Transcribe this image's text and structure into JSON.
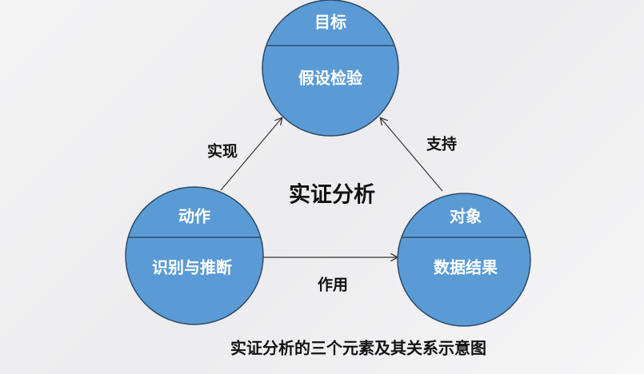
{
  "center_label": "实证分析",
  "caption": "实证分析的三个元素及其关系示意图",
  "colors": {
    "circle_fill": "#5b9bd5",
    "circle_stroke": "#2e4a66"
  },
  "nodes": {
    "goal": {
      "title": "目标",
      "content": "假设检验"
    },
    "action": {
      "title": "动作",
      "content": "识别与推断"
    },
    "object": {
      "title": "对象",
      "content": "数据结果"
    }
  },
  "edges": {
    "action_to_goal": "实现",
    "object_to_goal": "支持",
    "action_to_object": "作用"
  }
}
